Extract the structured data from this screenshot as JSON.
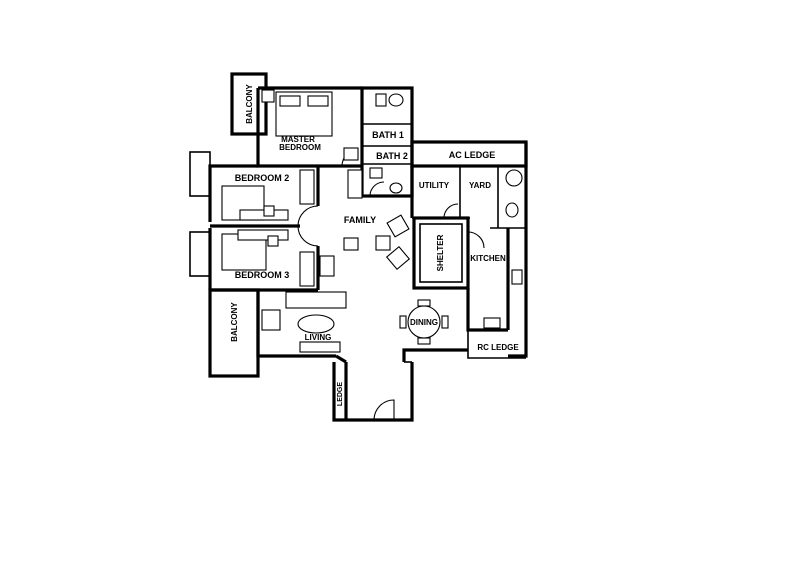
{
  "rooms": {
    "balcony_top": "BALCONY",
    "master_bedroom_line1": "MASTER",
    "master_bedroom_line2": "BEDROOM",
    "bath1": "BATH 1",
    "bath2": "BATH 2",
    "ac_ledge": "AC LEDGE",
    "bedroom2": "BEDROOM 2",
    "utility": "UTILITY",
    "yard": "YARD",
    "family": "FAMILY",
    "shelter": "SHELTER",
    "kitchen": "KITCHEN",
    "bedroom3": "BEDROOM 3",
    "balcony_bottom": "BALCONY",
    "dining": "DINING",
    "living": "LIVING",
    "rc_ledge": "RC LEDGE",
    "ledge": "LEDGE"
  },
  "colors": {
    "line": "#000000",
    "background": "#ffffff"
  }
}
